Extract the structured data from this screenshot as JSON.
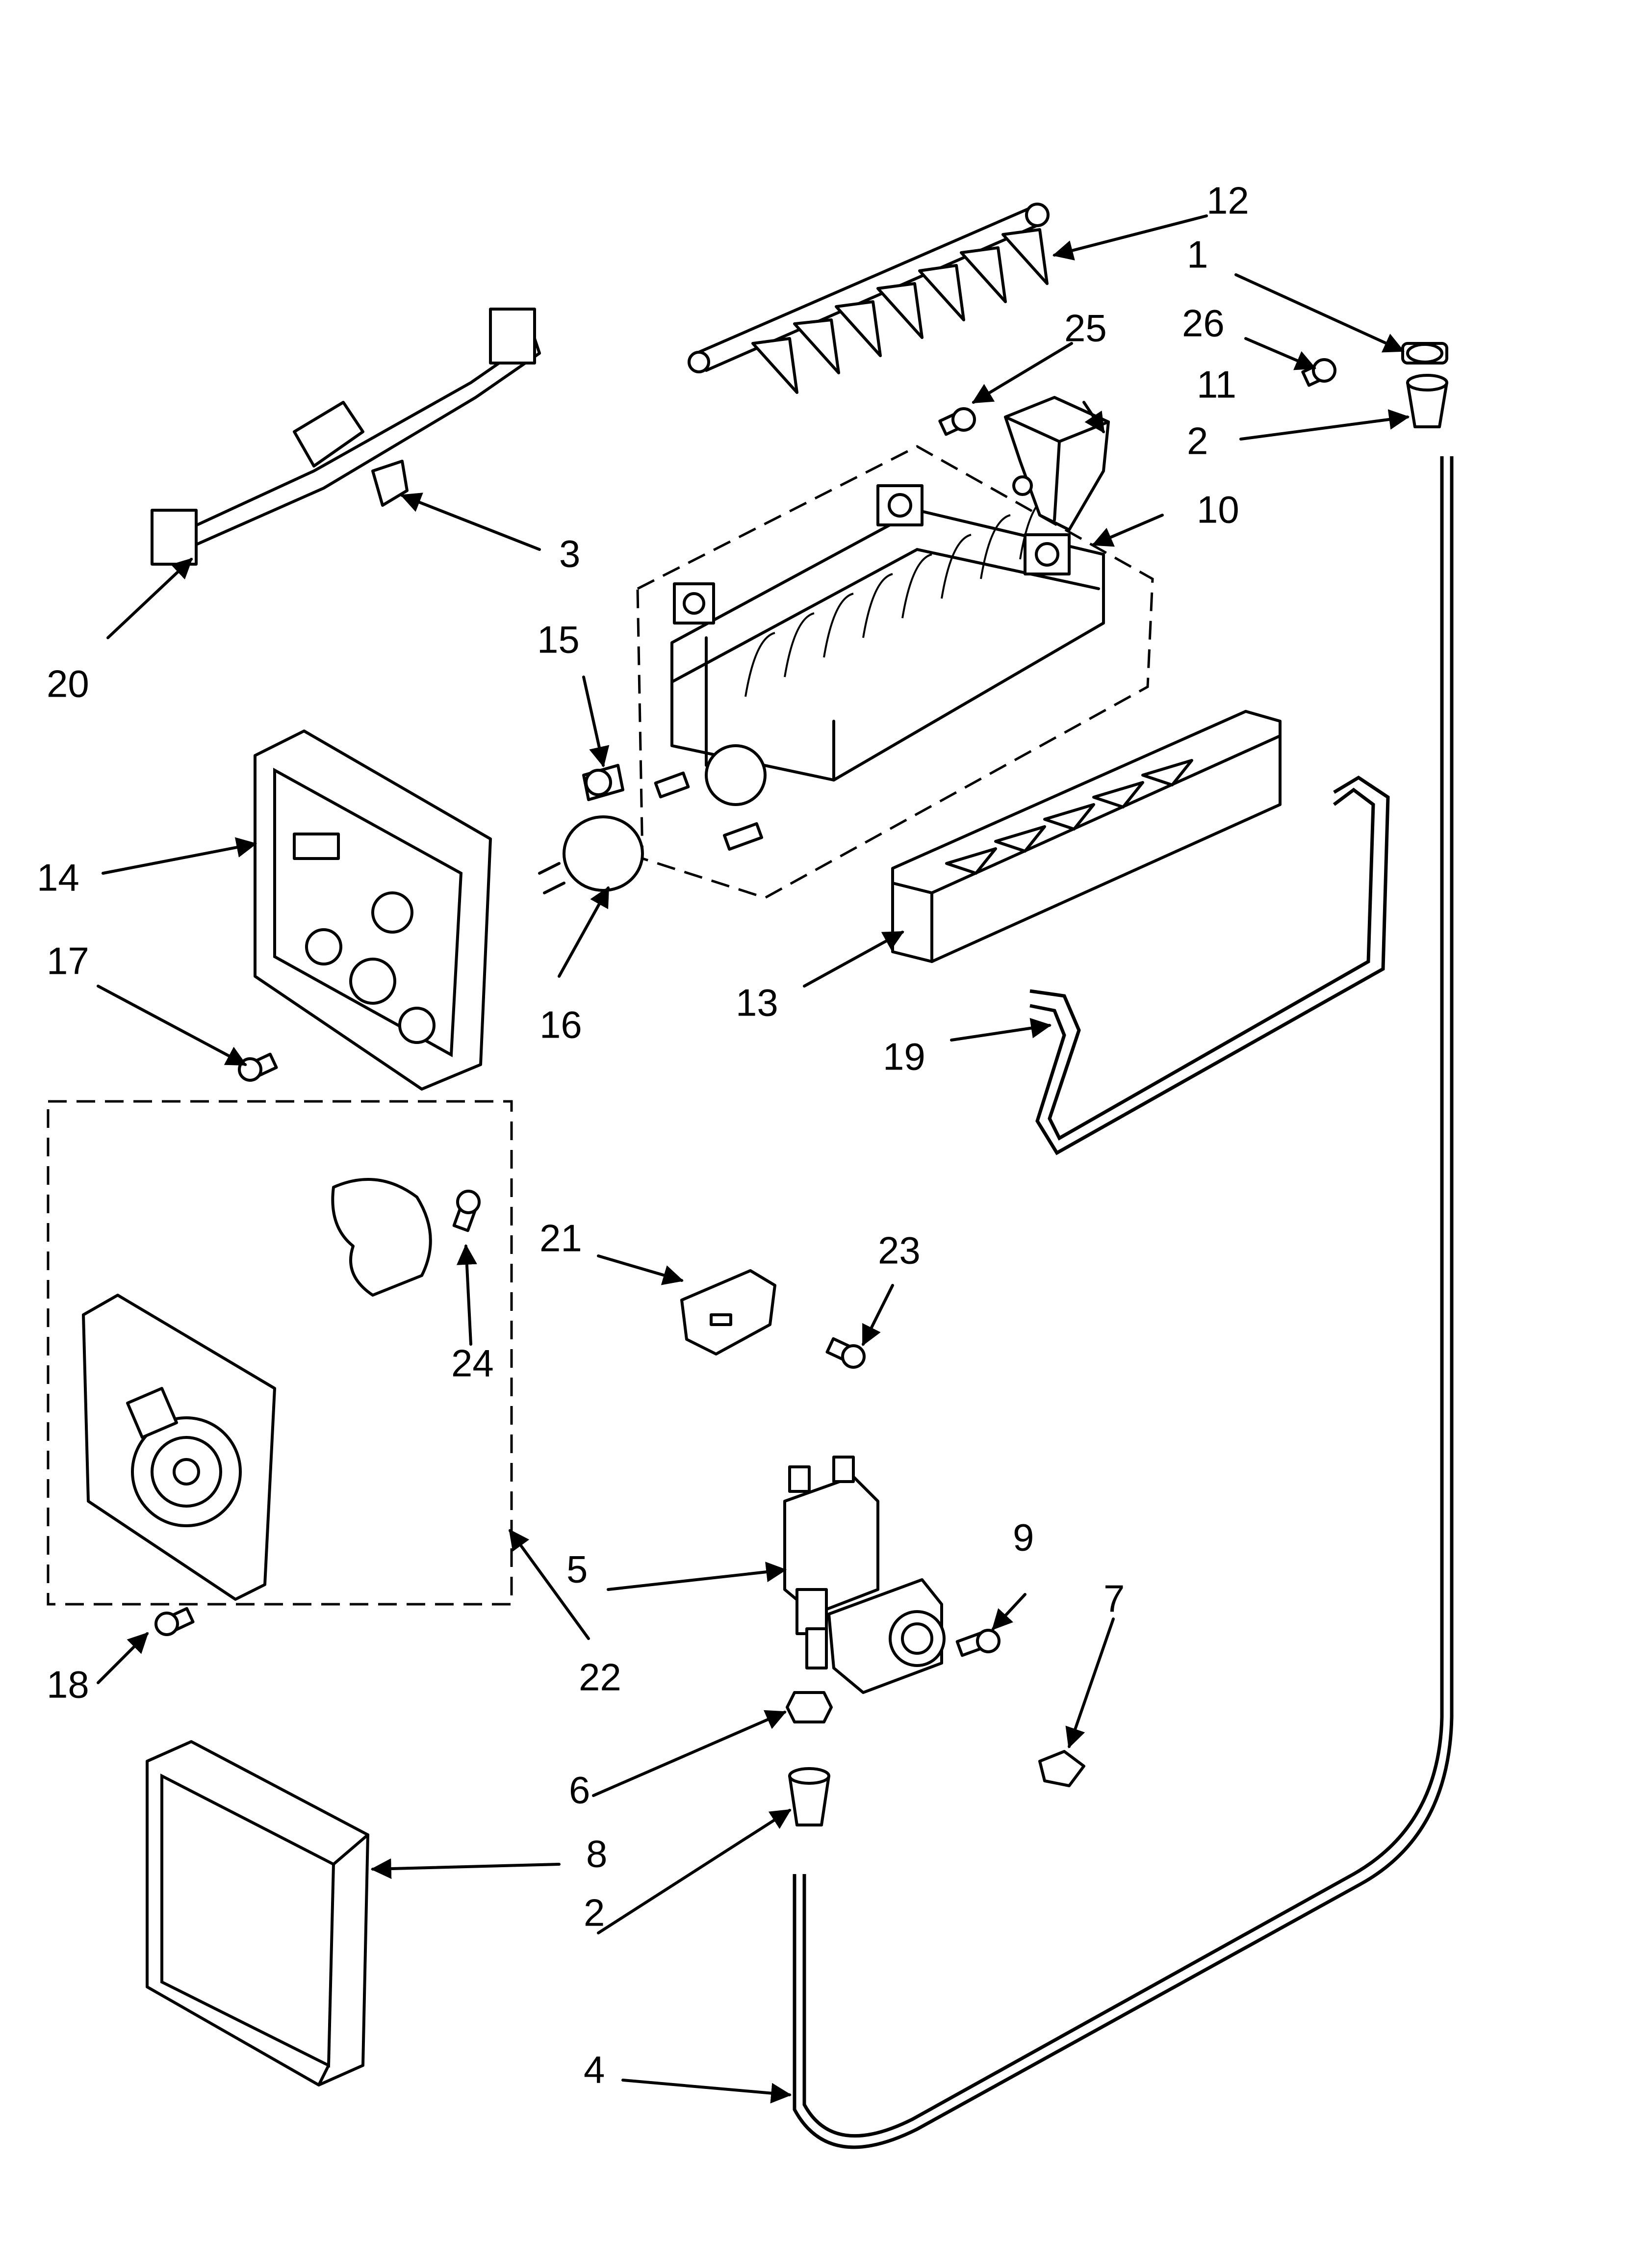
{
  "labels": {
    "p1": "1",
    "p2a": "2",
    "p2b": "2",
    "p3": "3",
    "p4": "4",
    "p5": "5",
    "p6": "6",
    "p7": "7",
    "p8": "8",
    "p9": "9",
    "p10": "10",
    "p11": "11",
    "p12": "12",
    "p13": "13",
    "p14": "14",
    "p15": "15",
    "p16": "16",
    "p17": "17",
    "p18": "18",
    "p19": "19",
    "p20": "20",
    "p21": "21",
    "p22": "22",
    "p23": "23",
    "p24": "24",
    "p25": "25",
    "p26": "26"
  },
  "colors": {
    "ink": "#000000",
    "paper": "#ffffff"
  }
}
